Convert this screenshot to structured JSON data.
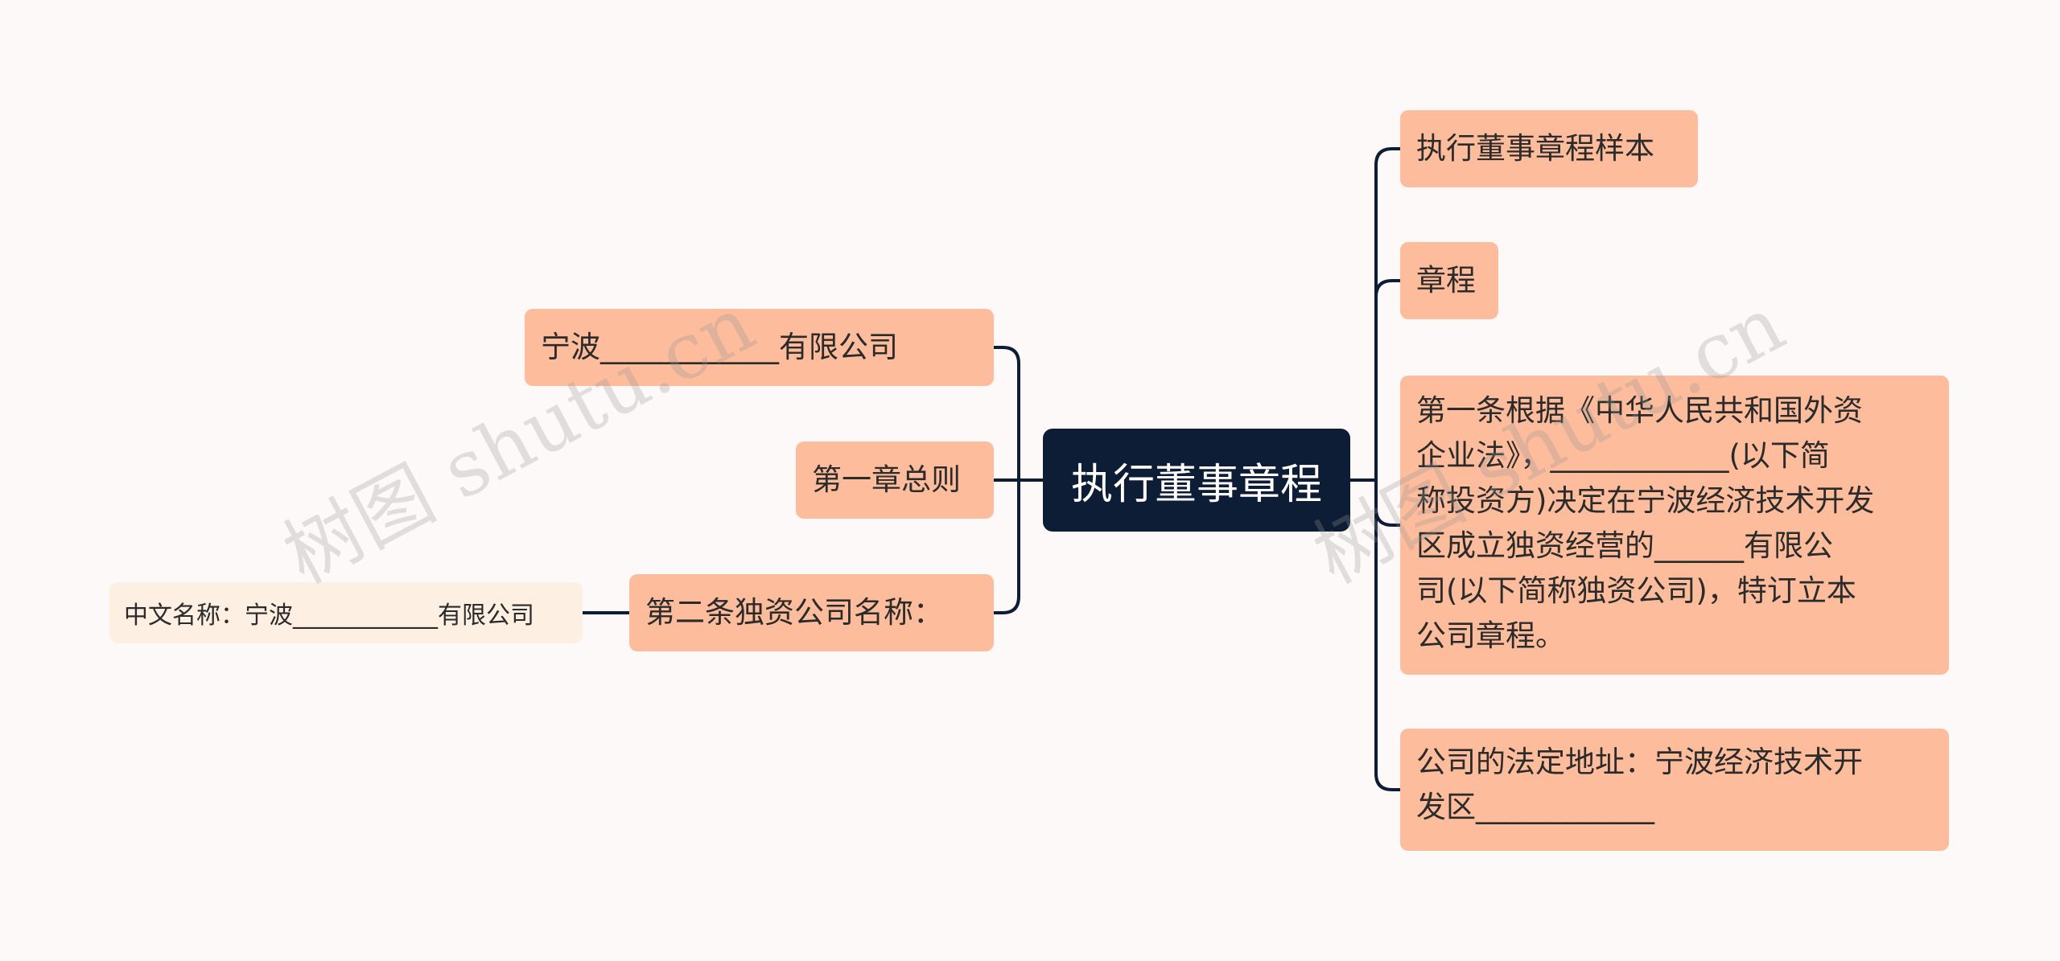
{
  "central": {
    "label": "执行董事章程"
  },
  "left": [
    {
      "label": "宁波____________有限公司"
    },
    {
      "label": "第一章总则"
    },
    {
      "label": "第二条独资公司名称：",
      "children": [
        {
          "label": "中文名称：宁波____________有限公司"
        }
      ]
    }
  ],
  "right": [
    {
      "label": "执行董事章程样本"
    },
    {
      "label": "章程"
    },
    {
      "label": "第一条根据《中华人民共和国外资\n企业法》，____________(以下简\n称投资方)决定在宁波经济技术开发\n区成立独资经营的______有限公\n司(以下简称独资公司)，特订立本\n公司章程。"
    },
    {
      "label": "公司的法定地址：宁波经济技术开\n发区____________"
    }
  ],
  "watermarks": [
    "树图 shutu.cn",
    "树图 shutu.cn"
  ],
  "colors": {
    "central_bg": "#0e1d36",
    "topic_bg": "#fdbc9b",
    "subtopic_bg": "#fdefe1",
    "connector": "#0e1d36",
    "background": "#fcf9f8"
  }
}
